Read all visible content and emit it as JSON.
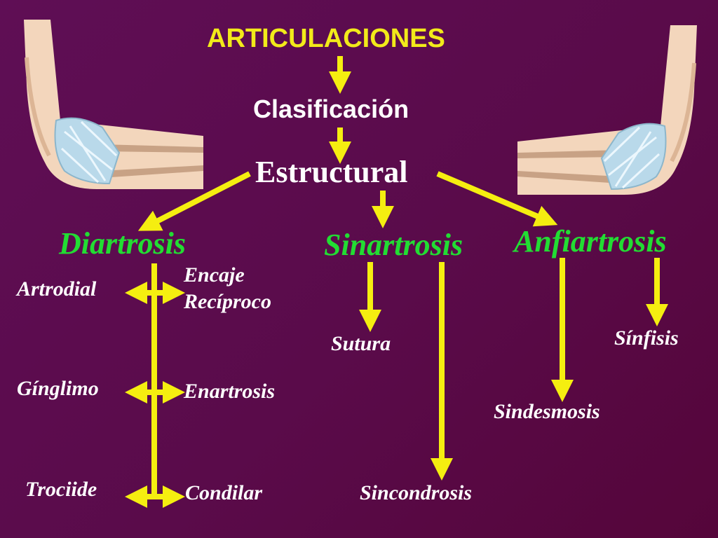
{
  "diagram": {
    "title": "ARTICULACIONES",
    "subtitle": "Clasificación",
    "category": "Estructural",
    "branches": {
      "diartrosis": {
        "label": "Diartrosis",
        "types_left": [
          "Artrodial",
          "Gínglimo",
          "Trociide"
        ],
        "types_right": [
          "Encaje",
          "Recíproco",
          "Enartrosis",
          "Condilar"
        ]
      },
      "sinartrosis": {
        "label": "Sinartrosis",
        "types": [
          "Sutura",
          "Sincondrosis"
        ]
      },
      "anfiartrosis": {
        "label": "Anfiartrosis",
        "types": [
          "Sínfisis",
          "Sindesmosis"
        ]
      }
    }
  },
  "colors": {
    "title": "#f2ea1a",
    "arrow": "#f5ee10",
    "branch": "#22dd33",
    "leaf": "#ffffff",
    "background": "#5c0c4d"
  },
  "illustrations": [
    "elbow-joint-illustration-left",
    "elbow-joint-illustration-right"
  ]
}
